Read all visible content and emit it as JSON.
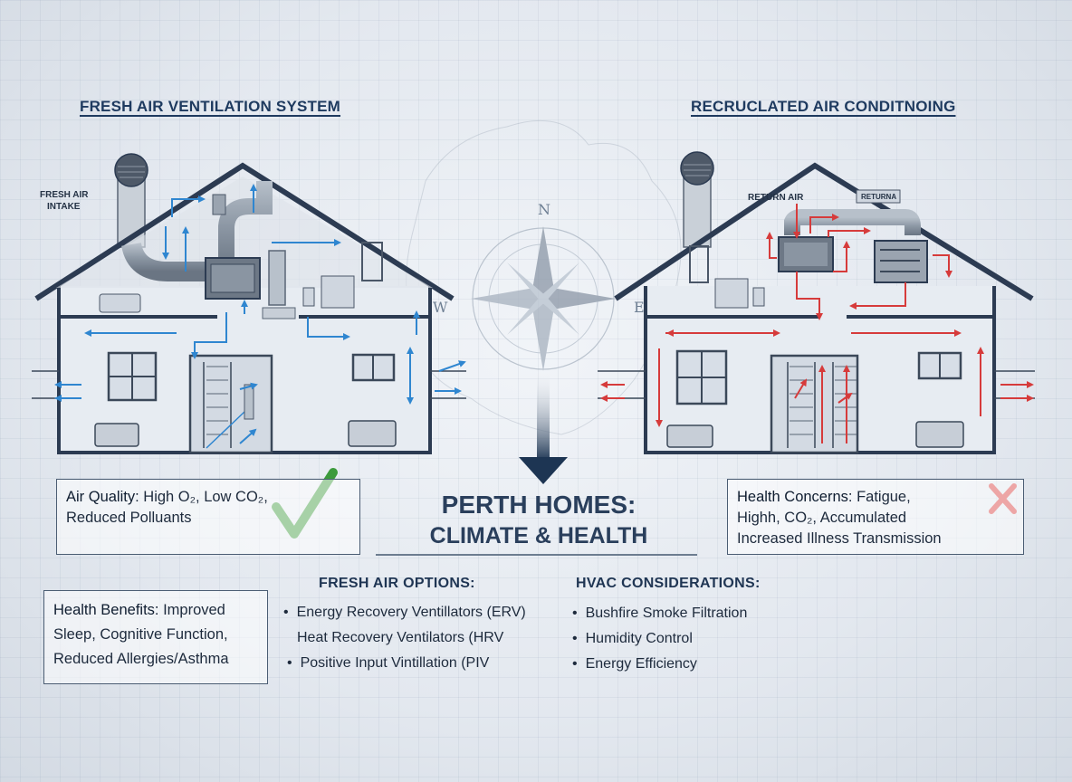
{
  "left_house": {
    "title": "FRESH AIR VENTILATION SYSTEM",
    "intake_label_line1": "FRESH AIR",
    "intake_label_line2": "INTAKE"
  },
  "right_house": {
    "title": "RECRUCLATED AIR CONDITNOING",
    "return_air_label": "RETURN AIR",
    "unit_label": "RETURNA"
  },
  "compass": {
    "n": "N",
    "w": "W",
    "e": "E"
  },
  "center_title": {
    "line1": "PERTH HOMES:",
    "line2": "CLIMATE & HEALTH"
  },
  "air_quality_box": {
    "label": "Air Quality:",
    "line1_rest": " High O₂, Low CO₂,",
    "line2": "Reduced Polluants"
  },
  "health_concerns_box": {
    "label": "Health Concerns:",
    "line1_rest": " Fatigue,",
    "line2": "Highh, CO₂, Accumulated",
    "line3": "Increased Illness Transmission"
  },
  "health_benefits_box": {
    "label": "Health Benefits:",
    "line1_rest": " Improved",
    "line2": "Sleep, Cognitive Function,",
    "line3": "Reduced Allergies/Asthma"
  },
  "fresh_air_options": {
    "heading": "FRESH AIR OPTIONS:",
    "items": [
      "Energy Recovery Ventillators (ERV)",
      "Heat Recovery Ventilators (HRV",
      "Positive Input Vintillation (PIV"
    ]
  },
  "hvac_considerations": {
    "heading": "HVAC CONSIDERATIONS:",
    "items": [
      "Bushfire Smoke Filtration",
      "Humidity Control",
      "Energy Efficiency"
    ]
  },
  "colors": {
    "fresh_flow": "#2f86d0",
    "recirc_flow": "#d63b3b",
    "house_outline": "#2c3b52",
    "check": "#3c9a3c",
    "cross": "#d73a3a"
  }
}
